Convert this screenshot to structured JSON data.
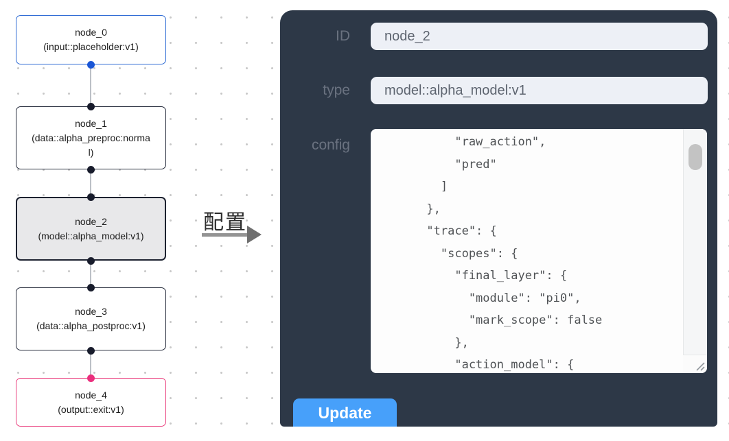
{
  "canvas": {
    "nodes": [
      {
        "name": "node_0",
        "type": "(input::placeholder:v1)"
      },
      {
        "name": "node_1",
        "type": "(data::alpha_preproc:normal)"
      },
      {
        "name": "node_2",
        "type": "(model::alpha_model:v1)",
        "selected": true
      },
      {
        "name": "node_3",
        "type": "(data::alpha_postproc:v1)"
      },
      {
        "name": "node_4",
        "type": "(output::exit:v1)"
      }
    ],
    "edge_label": "配置"
  },
  "panel": {
    "id": {
      "label": "ID",
      "value": "node_2"
    },
    "type": {
      "label": "type",
      "value": "model::alpha_model:v1"
    },
    "config": {
      "label": "config",
      "value": "          \"raw_action\",\n          \"pred\"\n        ]\n      },\n      \"trace\": {\n        \"scopes\": {\n          \"final_layer\": {\n            \"module\": \"pi0\",\n            \"mark_scope\": false\n          },\n          \"action_model\": {"
    },
    "update_label": "Update"
  },
  "colors": {
    "panel_background": "#2d3847",
    "update_button": "#47a0fa",
    "input_background": "#edf0f6",
    "node_default_border": "#252b3b",
    "node_input_border": "#2d6ad4",
    "node_output_border": "#ea3f7e",
    "node_selected_background": "#e8e8ea",
    "port_input": "#1a56d6",
    "port_output": "#ea2f7d",
    "port_default": "#181c2c",
    "edge_line": "#bcc0c6",
    "arrow": "#6f6f6f"
  }
}
